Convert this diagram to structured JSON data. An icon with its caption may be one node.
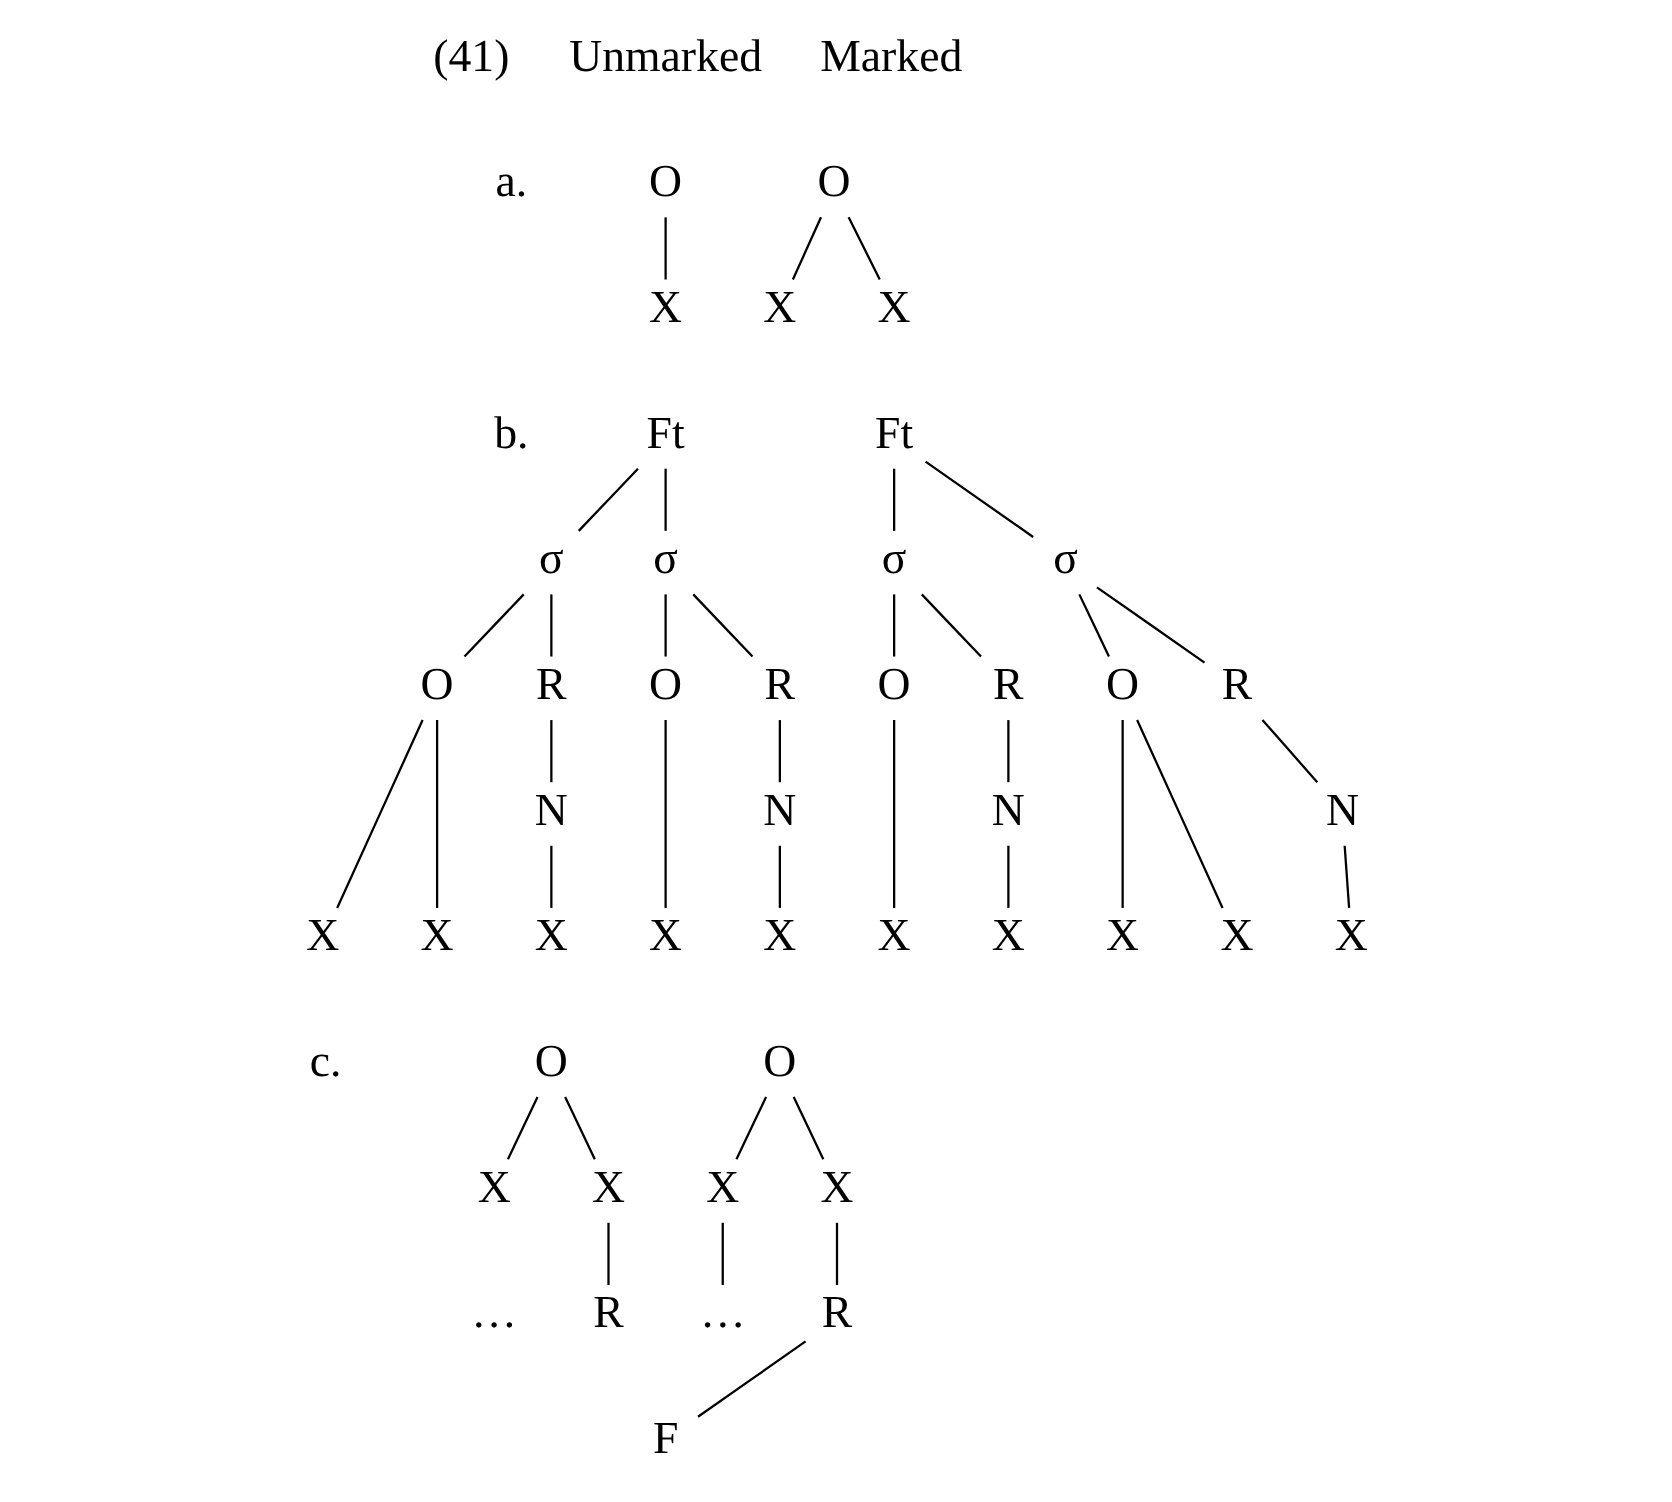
{
  "diagram": {
    "nodes": [
      {
        "text": [
          "O"
        ]
      },
      {
        "text": [
          "X"
        ]
      },
      {
        "text": [
          "O"
        ]
      },
      {
        "text": [
          "X"
        ]
      },
      {
        "text": [
          "X"
        ]
      },
      {
        "text": [
          "Ft"
        ]
      },
      {
        "text": [
          "σ"
        ]
      },
      {
        "text": [
          "σ"
        ]
      },
      {
        "text": [
          "O"
        ]
      },
      {
        "text": [
          "R"
        ]
      },
      {
        "text": [
          "O"
        ]
      },
      {
        "text": [
          "R"
        ]
      },
      {
        "text": [
          "N"
        ]
      },
      {
        "text": [
          "N"
        ]
      },
      {
        "text": [
          "X"
        ]
      },
      {
        "text": [
          "X"
        ]
      },
      {
        "text": [
          "X"
        ]
      },
      {
        "text": [
          "X"
        ]
      },
      {
        "text": [
          "X"
        ]
      },
      {
        "text": [
          "Ft"
        ]
      },
      {
        "text": [
          "σ"
        ]
      },
      {
        "text": [
          "σ"
        ]
      },
      {
        "text": [
          "O"
        ]
      },
      {
        "text": [
          "R"
        ]
      },
      {
        "text": [
          "O"
        ]
      },
      {
        "text": [
          "R"
        ]
      },
      {
        "text": [
          "N"
        ]
      },
      {
        "text": [
          "N"
        ]
      },
      {
        "text": [
          "X"
        ]
      },
      {
        "text": [
          "X"
        ]
      },
      {
        "text": [
          "X"
        ]
      },
      {
        "text": [
          "X"
        ]
      },
      {
        "text": [
          "X"
        ]
      },
      {
        "text": [
          "O"
        ]
      },
      {
        "text": [
          "X"
        ]
      },
      {
        "text": [
          "X"
        ]
      },
      {
        "text": [
          "…"
        ]
      },
      {
        "text": [
          "R"
        ]
      },
      {
        "text": [
          "O"
        ]
      },
      {
        "text": [
          "X"
        ]
      },
      {
        "text": [
          "X"
        ]
      },
      {
        "text": [
          "…"
        ]
      },
      {
        "text": [
          "R"
        ]
      },
      {
        "text": [
          "F"
        ]
      }
    ],
    "edges": [
      {
        "from": 0,
        "to": 1,
        "arrow": "none"
      },
      {
        "from": 2,
        "to": 3,
        "arrow": "none"
      },
      {
        "from": 2,
        "to": 4,
        "arrow": "none"
      },
      {
        "from": 5,
        "to": 6,
        "arrow": "none"
      },
      {
        "from": 5,
        "to": 7,
        "arrow": "none"
      },
      {
        "from": 6,
        "to": 8,
        "arrow": "none"
      },
      {
        "from": 6,
        "to": 9,
        "arrow": "none"
      },
      {
        "from": 7,
        "to": 10,
        "arrow": "none"
      },
      {
        "from": 7,
        "to": 11,
        "arrow": "none"
      },
      {
        "from": 9,
        "to": 12,
        "arrow": "none"
      },
      {
        "from": 11,
        "to": 13,
        "arrow": "none"
      },
      {
        "from": 8,
        "to": 14,
        "arrow": "none"
      },
      {
        "from": 8,
        "to": 15,
        "arrow": "none"
      },
      {
        "from": 12,
        "to": 16,
        "arrow": "none"
      },
      {
        "from": 10,
        "to": 17,
        "arrow": "none"
      },
      {
        "from": 13,
        "to": 18,
        "arrow": "none"
      },
      {
        "from": 19,
        "to": 20,
        "arrow": "none"
      },
      {
        "from": 19,
        "to": 21,
        "arrow": "none"
      },
      {
        "from": 20,
        "to": 22,
        "arrow": "none"
      },
      {
        "from": 20,
        "to": 23,
        "arrow": "none"
      },
      {
        "from": 21,
        "to": 24,
        "arrow": "none"
      },
      {
        "from": 21,
        "to": 25,
        "arrow": "none"
      },
      {
        "from": 23,
        "to": 26,
        "arrow": "none"
      },
      {
        "from": 25,
        "to": 27,
        "arrow": "none"
      },
      {
        "from": 22,
        "to": 28,
        "arrow": "none"
      },
      {
        "from": 26,
        "to": 29,
        "arrow": "none"
      },
      {
        "from": 24,
        "to": 30,
        "arrow": "none"
      },
      {
        "from": 24,
        "to": 31,
        "arrow": "none"
      },
      {
        "from": 27,
        "to": 32,
        "arrow": "none"
      },
      {
        "from": 33,
        "to": 34,
        "arrow": "none"
      },
      {
        "from": 33,
        "to": 35,
        "arrow": "none"
      },
      {
        "from": 35,
        "to": 37,
        "arrow": "none"
      },
      {
        "from": 38,
        "to": 39,
        "arrow": "none"
      },
      {
        "from": 38,
        "to": 40,
        "arrow": "none"
      },
      {
        "from": 39,
        "to": 41,
        "arrow": "none"
      },
      {
        "from": 40,
        "to": 42,
        "arrow": "none"
      },
      {
        "from": 42,
        "to": 43,
        "arrow": "none"
      }
    ],
    "labels": [
      "(41)",
      "Unmarked",
      "Marked",
      "a.",
      "b.",
      "c."
    ]
  }
}
